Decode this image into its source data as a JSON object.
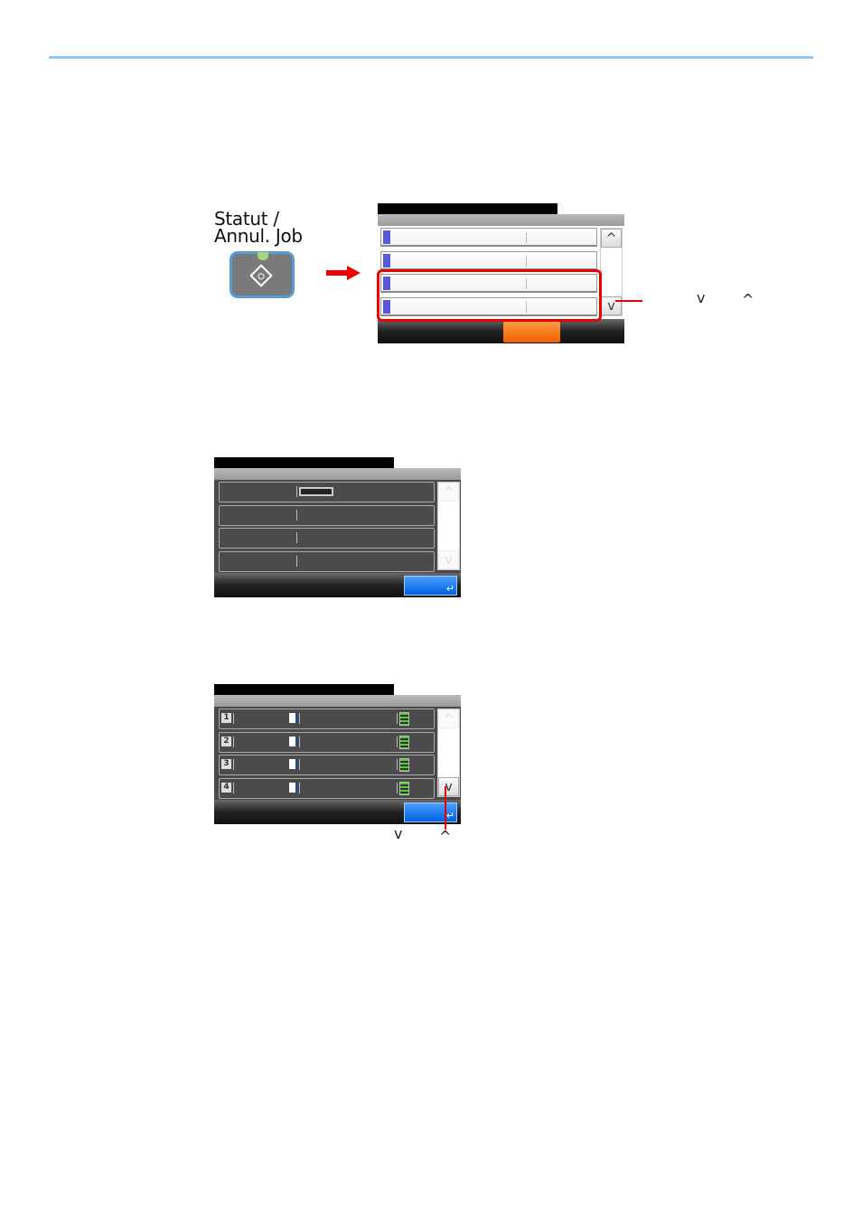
{
  "key": {
    "label_line1": "Statut /",
    "label_line2": "Annul. Job"
  },
  "icons": {
    "up": "chevron-up-icon",
    "down": "chevron-down-icon",
    "enter": "enter-icon"
  },
  "glyphs": {
    "up": "^",
    "down": "v",
    "enter": "↵"
  },
  "screen3": {
    "rows": [
      "1",
      "2",
      "3",
      "4"
    ]
  },
  "colors": {
    "accent": "#8cc8f7",
    "highlight": "#e00000",
    "ok": "#0060e0",
    "cancel": "#f06000"
  }
}
